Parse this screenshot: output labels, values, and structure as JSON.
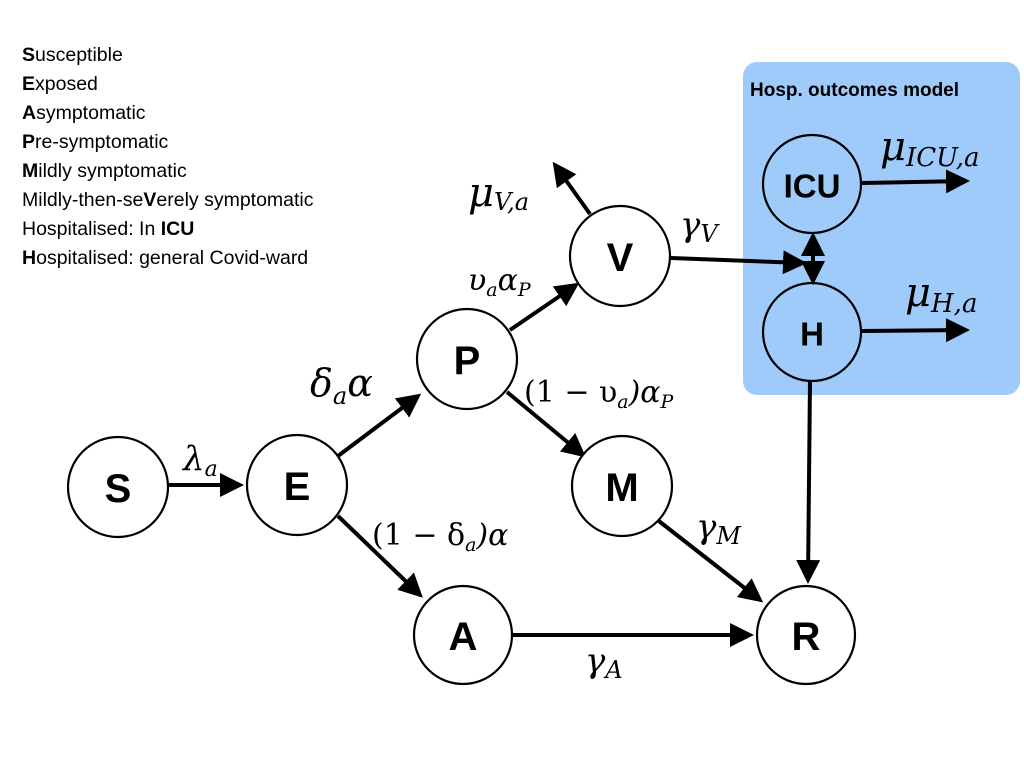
{
  "legend": [
    {
      "bold": "S",
      "rest": "usceptible",
      "suffix_bold": "",
      "prefix": ""
    },
    {
      "bold": "E",
      "rest": "xposed",
      "suffix_bold": "",
      "prefix": ""
    },
    {
      "bold": "A",
      "rest": "symptomatic",
      "suffix_bold": "",
      "prefix": ""
    },
    {
      "bold": "P",
      "rest": "re-symptomatic",
      "suffix_bold": "",
      "prefix": ""
    },
    {
      "bold": "M",
      "rest": "ildly symptomatic",
      "suffix_bold": "",
      "prefix": ""
    },
    {
      "prefix": "Mildly-then-se",
      "bold": "V",
      "rest": "erely symptomatic",
      "suffix_bold": ""
    },
    {
      "prefix": "Hospitalised: In ",
      "bold": "ICU",
      "rest": "",
      "suffix_bold": ""
    },
    {
      "bold": "H",
      "rest": "ospitalised: general Covid-ward",
      "suffix_bold": "",
      "prefix": ""
    }
  ],
  "hosp_box": {
    "title": "Hosp. outcomes model",
    "color": "#9ecbf9"
  },
  "nodes": {
    "S": "S",
    "E": "E",
    "P": "P",
    "A": "A",
    "M": "M",
    "V": "V",
    "R": "R",
    "ICU": "ICU",
    "H": "H"
  },
  "rates": {
    "lambda": {
      "base": "λ",
      "sub": "a"
    },
    "delta_alpha": {
      "base": "δ",
      "sub": "a",
      "tail": "α"
    },
    "one_minus_delta_alpha": {
      "pre": "(1 − δ",
      "sub": "a",
      "tail": ")α"
    },
    "v_alpha_p": {
      "base": "υ",
      "sub": "a",
      "mid": "α",
      "sub2": "P"
    },
    "one_minus_v_alpha_p": {
      "pre": "(1 − υ",
      "sub": "a",
      "mid": ")α",
      "sub2": "P"
    },
    "mu_v": {
      "base": "μ",
      "sub": "V,a"
    },
    "gamma_v": {
      "base": "γ",
      "sub": "V"
    },
    "gamma_m": {
      "base": "γ",
      "sub": "M"
    },
    "gamma_a": {
      "base": "γ",
      "sub": "A"
    },
    "mu_icu": {
      "base": "μ",
      "sub": "ICU,a"
    },
    "mu_h": {
      "base": "μ",
      "sub": "H,a"
    }
  }
}
